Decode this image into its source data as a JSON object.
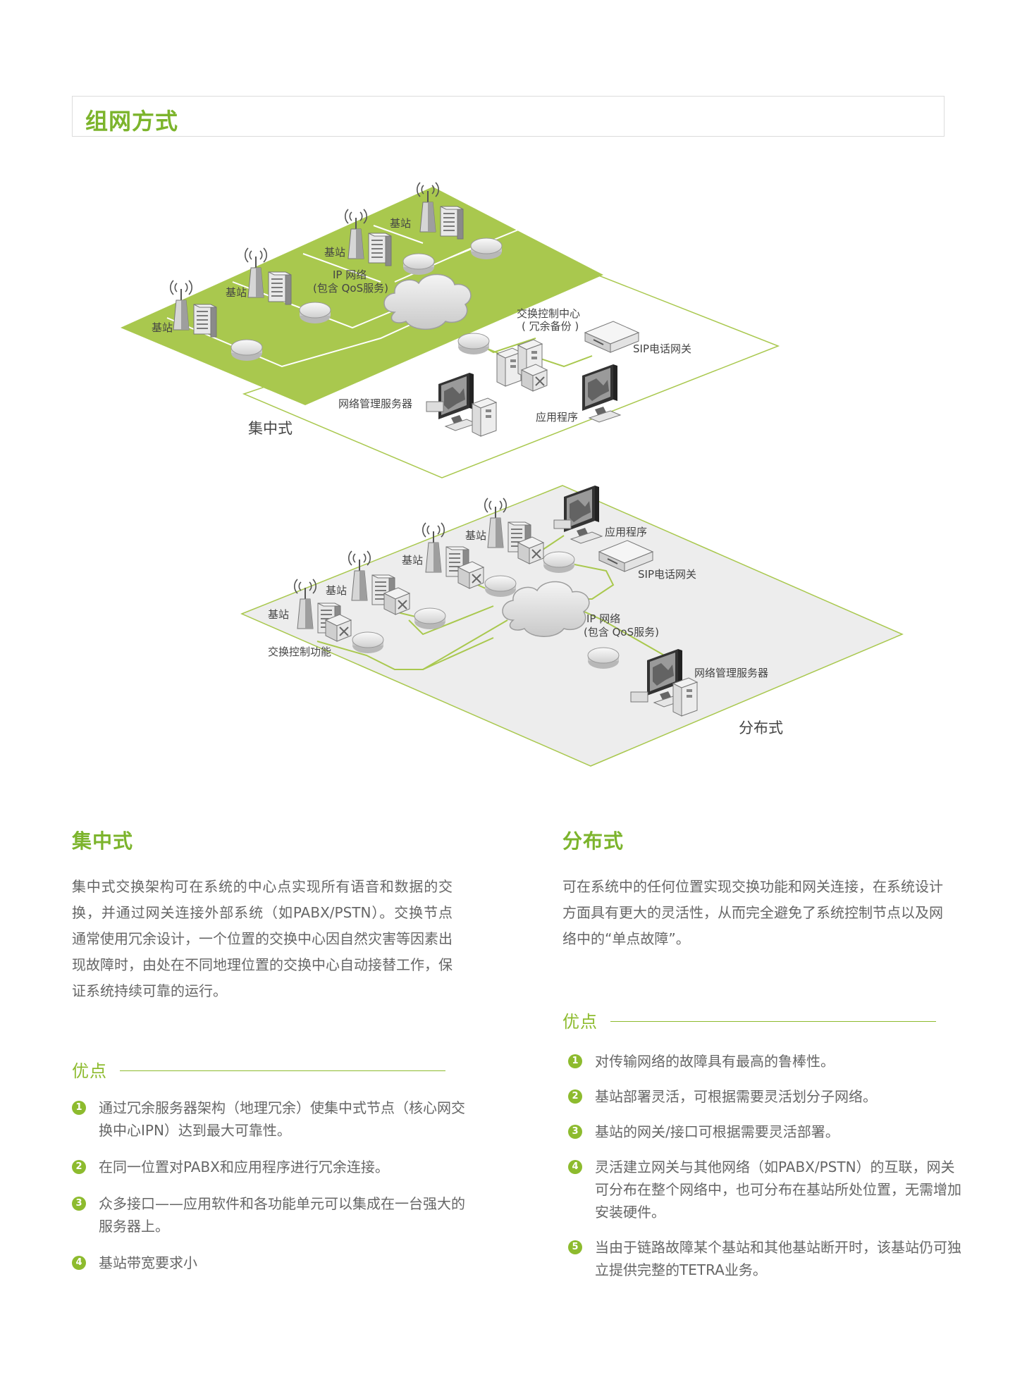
{
  "header": {
    "title": "组网方式"
  },
  "diagram_top": {
    "caption": "集中式",
    "labels": {
      "bs1": "基站",
      "bs2": "基站",
      "bs3": "基站",
      "bs4": "基站",
      "ip1": "IP 网络",
      "ip2": "(包含 QoS服务)",
      "center1": "交换控制中心",
      "center2": "( 冗余备份 )",
      "sip": "SIP电话网关",
      "nms": "网络管理服务器",
      "app": "应用程序"
    }
  },
  "diagram_bottom": {
    "caption": "分布式",
    "labels": {
      "bs1": "基站",
      "bs2": "基站",
      "bs3": "基站",
      "bs4": "基站",
      "switchfn": "交换控制功能",
      "app": "应用程序",
      "sip": "SIP电话网关",
      "ip1": "IP 网络",
      "ip2": "(包含 QoS服务)",
      "nms": "网络管理服务器"
    }
  },
  "centralized": {
    "title": "集中式",
    "body": "集中式交换架构可在系统的中心点实现所有语音和数据的交换，并通过网关连接外部系统（如PABX/PSTN）。交换节点通常使用冗余设计，一个位置的交换中心因自然灾害等因素出现故障时，由处在不同地理位置的交换中心自动接替工作，保证系统持续可靠的运行。",
    "adv_label": "优点",
    "advantages": [
      {
        "num": "1",
        "text": "通过冗余服务器架构（地理冗余）使集中式节点（核心网交换中心IPN）达到最大可靠性。"
      },
      {
        "num": "2",
        "text": "在同一位置对PABX和应用程序进行冗余连接。"
      },
      {
        "num": "3",
        "text": "众多接口——应用软件和各功能单元可以集成在一台强大的服务器上。"
      },
      {
        "num": "4",
        "text": "基站带宽要求小"
      }
    ]
  },
  "distributed": {
    "title": "分布式",
    "body": "可在系统中的任何位置实现交换功能和网关连接，在系统设计方面具有更大的灵活性，从而完全避免了系统控制节点以及网络中的“单点故障”。",
    "adv_label": "优点",
    "advantages": [
      {
        "num": "1",
        "text": "对传输网络的故障具有最高的鲁棒性。"
      },
      {
        "num": "2",
        "text": "基站部署灵活，可根据需要灵活划分子网络。"
      },
      {
        "num": "3",
        "text": "基站的网关/接口可根据需要灵活部署。"
      },
      {
        "num": "4",
        "text": "灵活建立网关与其他网络（如PABX/PSTN）的互联，网关可分布在整个网络中，也可分布在基站所处位置，无需增加安装硬件。"
      },
      {
        "num": "5",
        "text": "当由于链路故障某个基站和其他基站断开时，该基站仍可独立提供完整的TETRA业务。"
      }
    ]
  },
  "colors": {
    "accent": "#8dbb2e",
    "panel_green": "#a9c84e",
    "panel_grey": "#ededed"
  }
}
